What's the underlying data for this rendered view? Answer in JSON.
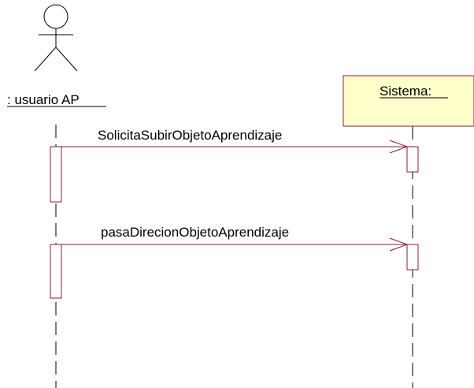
{
  "diagram": {
    "actor": {
      "label": ": usuario AP"
    },
    "object": {
      "label": "Sistema:"
    },
    "messages": [
      {
        "label": "SolicitaSubirObjetoAprendizaje"
      },
      {
        "label": "pasaDirecionObjetoAprendizaje"
      }
    ],
    "colors": {
      "line": "#000000",
      "message": "#8b1a3c",
      "object_fill": "#ffffcc",
      "object_border": "#8b1a3c",
      "activation_border": "#8b1a3c",
      "background": "#ffffff"
    }
  }
}
